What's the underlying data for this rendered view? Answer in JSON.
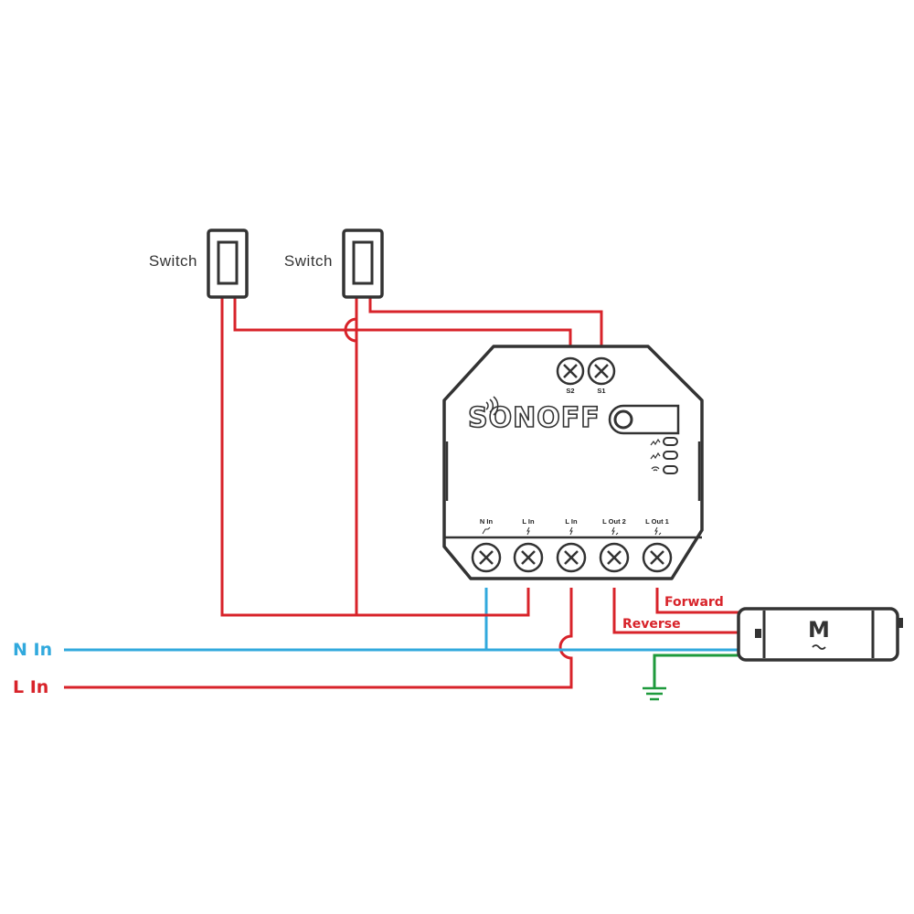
{
  "switches": [
    {
      "label": "Switch"
    },
    {
      "label": "Switch"
    }
  ],
  "lines": {
    "n_in": "N In",
    "l_in": "L In"
  },
  "module": {
    "brand": "SONOFF",
    "top_terminals": [
      "S2",
      "S1"
    ],
    "bottom_terminals": [
      "N In",
      "L In",
      "L In",
      "L Out 2",
      "L Out 1"
    ]
  },
  "wires": {
    "forward": "Forward",
    "reverse": "Reverse"
  },
  "motor": {
    "symbol": "M"
  },
  "colors": {
    "live": "#d8232a",
    "neutral": "#31a9dd",
    "earth": "#1e9a3c",
    "outline": "#333333"
  }
}
